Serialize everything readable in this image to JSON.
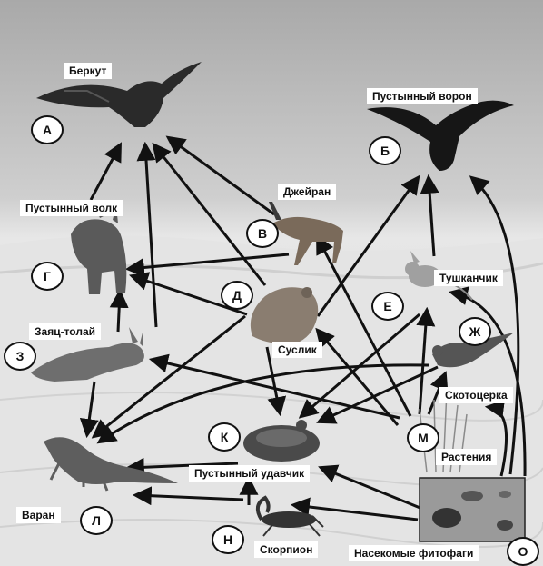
{
  "labels": {
    "berkut": "Беркут",
    "voron": "Пустынный ворон",
    "volk": "Пустынный волк",
    "dzheyran": "Джейран",
    "tushkanchik": "Тушканчик",
    "zayats": "Заяц-толай",
    "suslik": "Суслик",
    "skototserka": "Скотоцерка",
    "rasteniya": "Растения",
    "udavchik": "Пустынный удавчик",
    "varan": "Варан",
    "skorpion": "Скорпион",
    "nasekomye": "Насекомые фитофаги"
  },
  "letters": {
    "a": "А",
    "b": "Б",
    "v": "В",
    "g": "Г",
    "d": "Д",
    "e": "Е",
    "zh": "Ж",
    "z": "З",
    "k": "К",
    "m": "М",
    "l": "Л",
    "n": "Н",
    "o": "О"
  },
  "icons": [
    "eagle-icon",
    "raven-icon",
    "wolf-icon",
    "gazelle-icon",
    "jerboa-icon",
    "hare-icon",
    "gopher-icon",
    "warbler-icon",
    "plants-icon",
    "snake-icon",
    "lizard-icon",
    "scorpion-icon",
    "insects-icon"
  ]
}
